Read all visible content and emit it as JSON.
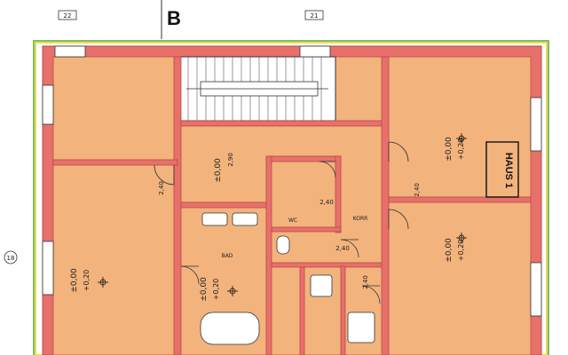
{
  "plan": {
    "section_letter": "B",
    "house_label": "HAUS 1",
    "axis_marks": [
      "22",
      "21",
      "18"
    ],
    "level_marks": [
      "±0,00",
      "±0,00",
      "±0,00",
      "±0,00",
      "±0,00"
    ],
    "level_lines": [
      "+0,20",
      "+0,20",
      "+0,20",
      "+0,20"
    ],
    "dims": [
      "2,40",
      "2,40",
      "2,40",
      "2,40",
      "2,40",
      "2,90"
    ],
    "room_tags": [
      "WC",
      "BAD",
      "KORR"
    ],
    "colors": {
      "room_fill": "#f2b37d",
      "wall_fill": "#e8706a",
      "wall_stroke": "#b84a45",
      "stair_fill": "#ffffff",
      "frame_green": "#7fbf66",
      "frame_yellow": "#eddb56",
      "ink": "#222222"
    }
  }
}
